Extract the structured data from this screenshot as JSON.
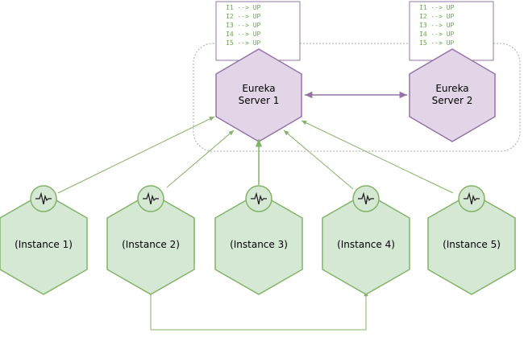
{
  "colors": {
    "server_fill": "#e1d5e7",
    "server_stroke": "#9673a6",
    "instance_fill": "#d5e8d4",
    "instance_stroke": "#82b366",
    "registry_text": "#6aa84f",
    "cluster_border": "#a9a9a9"
  },
  "servers": [
    {
      "label_line1": "Eureka",
      "label_line2": "Server 1",
      "registry": [
        "I1  --> UP",
        "I2  --> UP",
        "I3  --> UP",
        "I4  --> UP",
        "I5  --> UP"
      ]
    },
    {
      "label_line1": "Eureka",
      "label_line2": "Server 2",
      "registry": [
        "I1  --> UP",
        "I2  --> UP",
        "I3  --> UP",
        "I4  --> UP",
        "I5  --> UP"
      ]
    }
  ],
  "instances": [
    {
      "label": "(Instance 1)",
      "icon": "heartbeat-icon"
    },
    {
      "label": "(Instance 2)",
      "icon": "heartbeat-icon"
    },
    {
      "label": "(Instance 3)",
      "icon": "heartbeat-icon"
    },
    {
      "label": "(Instance 4)",
      "icon": "heartbeat-icon"
    },
    {
      "label": "(Instance 5)",
      "icon": "heartbeat-icon"
    }
  ]
}
